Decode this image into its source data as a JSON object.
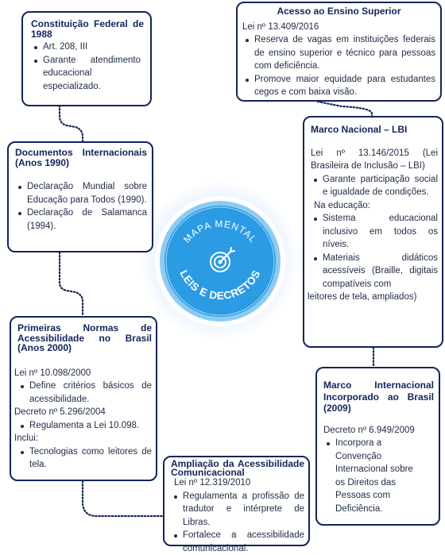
{
  "center": {
    "top_text": "MAPA MENTAL",
    "bottom_text": "LEIS E DECRETOS",
    "icon": "target-arrow-icon"
  },
  "colors": {
    "navy": "#14245a",
    "circle_blue": "#2b9be3",
    "circle_light": "#8ccbf2",
    "text": "#1f2a44"
  },
  "constituicao": {
    "title": "Constituição Federal de 1988",
    "items": [
      "Art. 208, III",
      "Garante atendimento educacional especializado."
    ]
  },
  "ensino_superior": {
    "title": "Acesso ao Ensino Superior",
    "law": "Lei nº 13.409/2016",
    "items": [
      "Reserva de vagas em instituições federais de ensino superior e técnico para pessoas com deficiência.",
      "Promove maior equidade para estudantes cegos e com baixa visão."
    ]
  },
  "documentos": {
    "title": "Documentos Internacionais (Anos 1990)",
    "items": [
      "Declaração Mundial sobre Educação para Todos (1990).",
      "Declaração de Salamanca (1994)."
    ]
  },
  "lbi": {
    "title": "Marco Nacional – LBI",
    "law": "Lei nº 13.146/2015 (Lei Brasileira de Inclusão – LBI)",
    "items": [
      "Garante participação social e igualdade de condições."
    ],
    "subheading": "Na educação:",
    "edu_items": [
      "Sistema educacional inclusivo em todos os níveis.",
      "Materiais didáticos acessíveis (Braille, digitais compatíveis com"
    ],
    "tail": "leitores de tela, ampliados)"
  },
  "normas": {
    "title": "Primeiras Normas de Acessibilidade no Brasil (Anos 2000)",
    "law1": "Lei nº 10.098/2000",
    "items1": [
      "Define critérios básicos de acessibilidade."
    ],
    "law2": "Decreto nº 5.296/2004",
    "items2": [
      "Regulamenta a Lei 10.098."
    ],
    "includes": "Inclui:",
    "items3": [
      "Tecnologias como leitores de tela."
    ]
  },
  "marco_internacional": {
    "title": "Marco Internacional Incorporado ao Brasil (2009)",
    "law": "Decreto nº 6.949/2009",
    "items": [
      "Incorpora a Convenção Internacional sobre os Direitos das Pessoas com Deficiência."
    ]
  },
  "ampliacao": {
    "title": "Ampliação da Acessibilidade Comunicacional",
    "law": "Lei nº 12.319/2010",
    "items": [
      "Regulamenta a profissão de tradutor e intérprete de Libras.",
      "Fortalece a acessibilidade comunicacional."
    ]
  }
}
